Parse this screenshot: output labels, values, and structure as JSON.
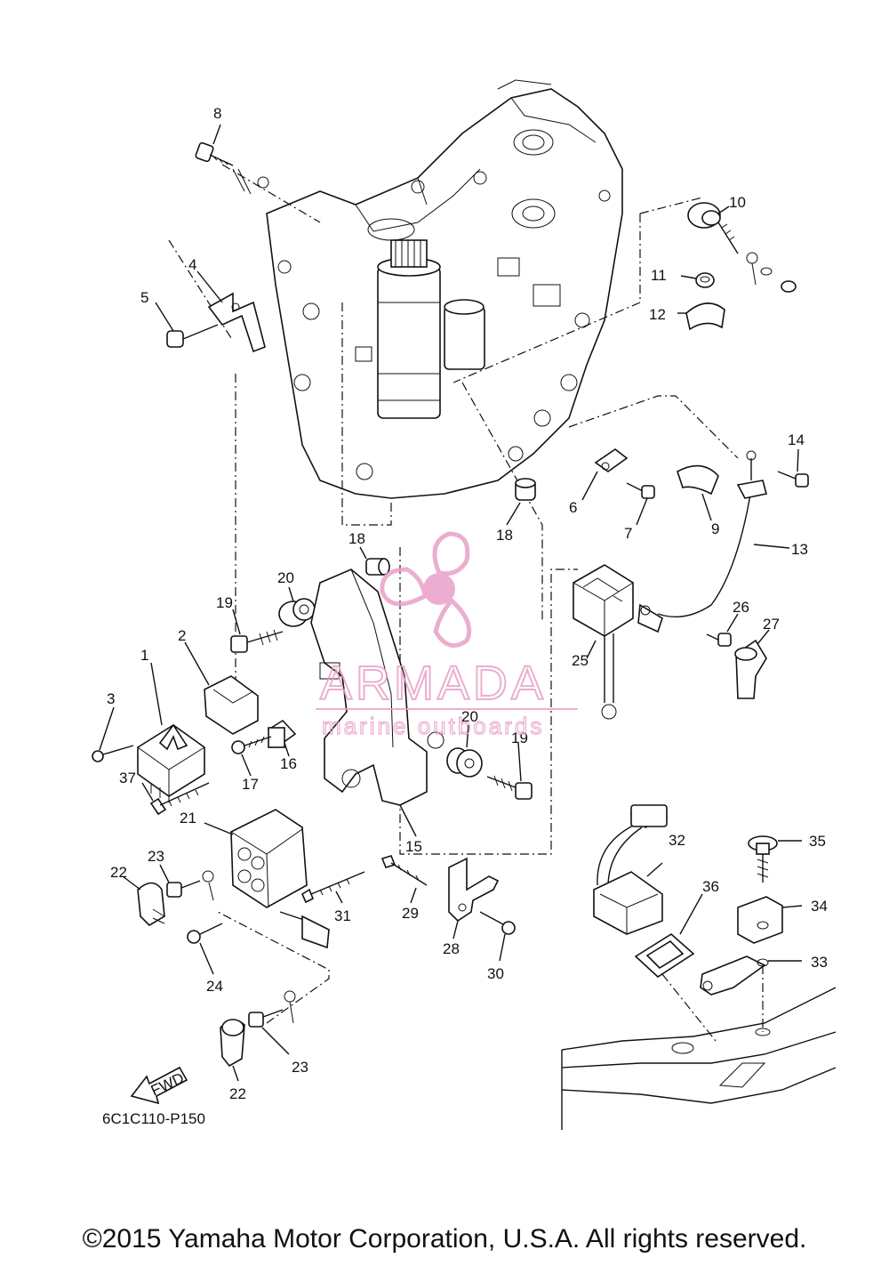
{
  "diagram": {
    "figure_code": "6C1C110-P150",
    "fwd_label": "FWD",
    "callouts": [
      {
        "n": "1"
      },
      {
        "n": "2"
      },
      {
        "n": "3"
      },
      {
        "n": "4"
      },
      {
        "n": "5"
      },
      {
        "n": "6"
      },
      {
        "n": "7"
      },
      {
        "n": "8"
      },
      {
        "n": "9"
      },
      {
        "n": "10"
      },
      {
        "n": "11"
      },
      {
        "n": "12"
      },
      {
        "n": "13"
      },
      {
        "n": "14"
      },
      {
        "n": "15"
      },
      {
        "n": "16"
      },
      {
        "n": "17"
      },
      {
        "n": "18"
      },
      {
        "n": "18"
      },
      {
        "n": "19"
      },
      {
        "n": "19"
      },
      {
        "n": "20"
      },
      {
        "n": "20"
      },
      {
        "n": "21"
      },
      {
        "n": "22"
      },
      {
        "n": "22"
      },
      {
        "n": "23"
      },
      {
        "n": "23"
      },
      {
        "n": "24"
      },
      {
        "n": "25"
      },
      {
        "n": "26"
      },
      {
        "n": "27"
      },
      {
        "n": "28"
      },
      {
        "n": "29"
      },
      {
        "n": "30"
      },
      {
        "n": "31"
      },
      {
        "n": "32"
      },
      {
        "n": "33"
      },
      {
        "n": "34"
      },
      {
        "n": "35"
      },
      {
        "n": "36"
      },
      {
        "n": "37"
      }
    ]
  },
  "watermark": {
    "brand": "ARMADA",
    "tagline": "marine outboards",
    "color": "#e8a0c8"
  },
  "footer": {
    "copyright": "©2015 Yamaha Motor Corporation, U.S.A. All rights reserved."
  }
}
